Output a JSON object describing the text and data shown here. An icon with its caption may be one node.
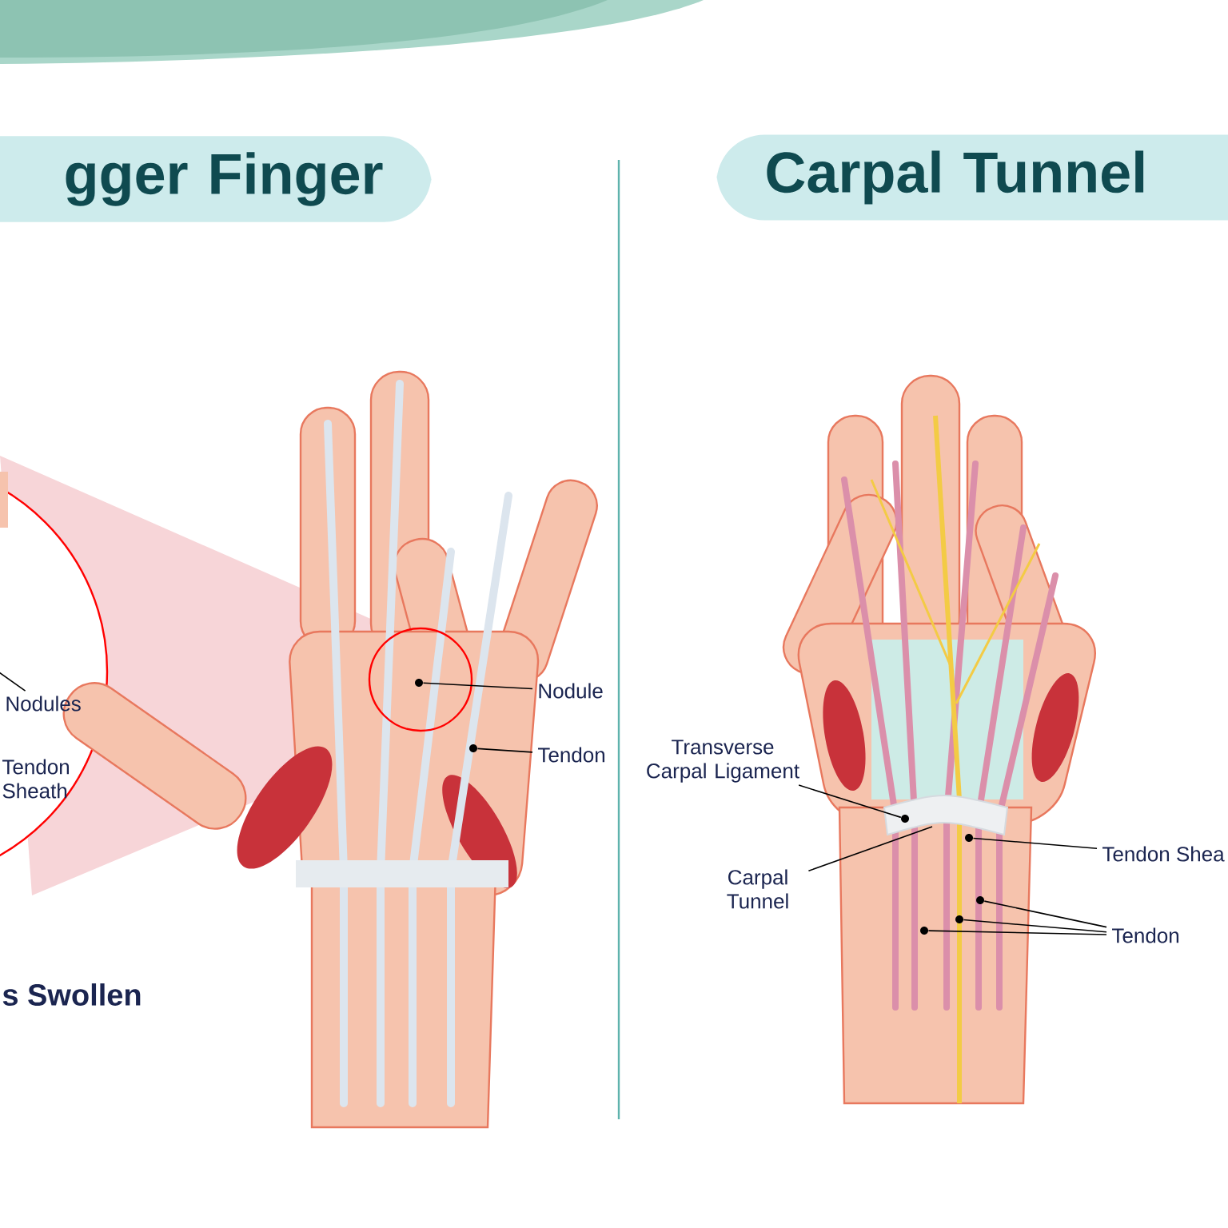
{
  "diagram": {
    "nodes": [
      {
        "text": [
          "gger Finger"
        ]
      },
      {
        "text": [
          "Carpal Tunnel"
        ]
      },
      {
        "text": [
          "Nodules"
        ]
      },
      {
        "text": [
          "Nodule"
        ]
      },
      {
        "text": [],
        "shape": "circle"
      },
      {
        "text": [
          "Tendon"
        ]
      },
      {
        "text": [],
        "shape": "circle"
      },
      {
        "text": [
          "Transverse Carpal Ligament"
        ]
      },
      {
        "text": [],
        "shape": "circle"
      },
      {
        "text": [
          "Carpal Tunnel"
        ]
      },
      {
        "text": [
          "Tendon Shea"
        ]
      },
      {
        "text": [],
        "shape": "circle"
      },
      {
        "text": [
          "Tendon"
        ]
      },
      {
        "text": [],
        "shape": "circle"
      },
      {
        "text": [],
        "shape": "circle"
      },
      {
        "text": [],
        "shape": "circle"
      }
    ],
    "edges": [
      {
        "from": 2,
        "to": null,
        "arrow": "none"
      },
      {
        "from": 3,
        "to": 4,
        "arrow": "none"
      },
      {
        "from": 5,
        "to": 6,
        "arrow": "none"
      },
      {
        "from": 7,
        "to": 8,
        "arrow": "none"
      },
      {
        "from": 9,
        "to": null,
        "arrow": "none"
      },
      {
        "from": 10,
        "to": 11,
        "arrow": "none"
      },
      {
        "from": 12,
        "to": 13,
        "arrow": "none"
      },
      {
        "from": 12,
        "to": 14,
        "arrow": "none"
      },
      {
        "from": 12,
        "to": 15,
        "arrow": "none"
      }
    ],
    "labels": [
      "Tendon Sheath",
      "s Swollen"
    ]
  }
}
